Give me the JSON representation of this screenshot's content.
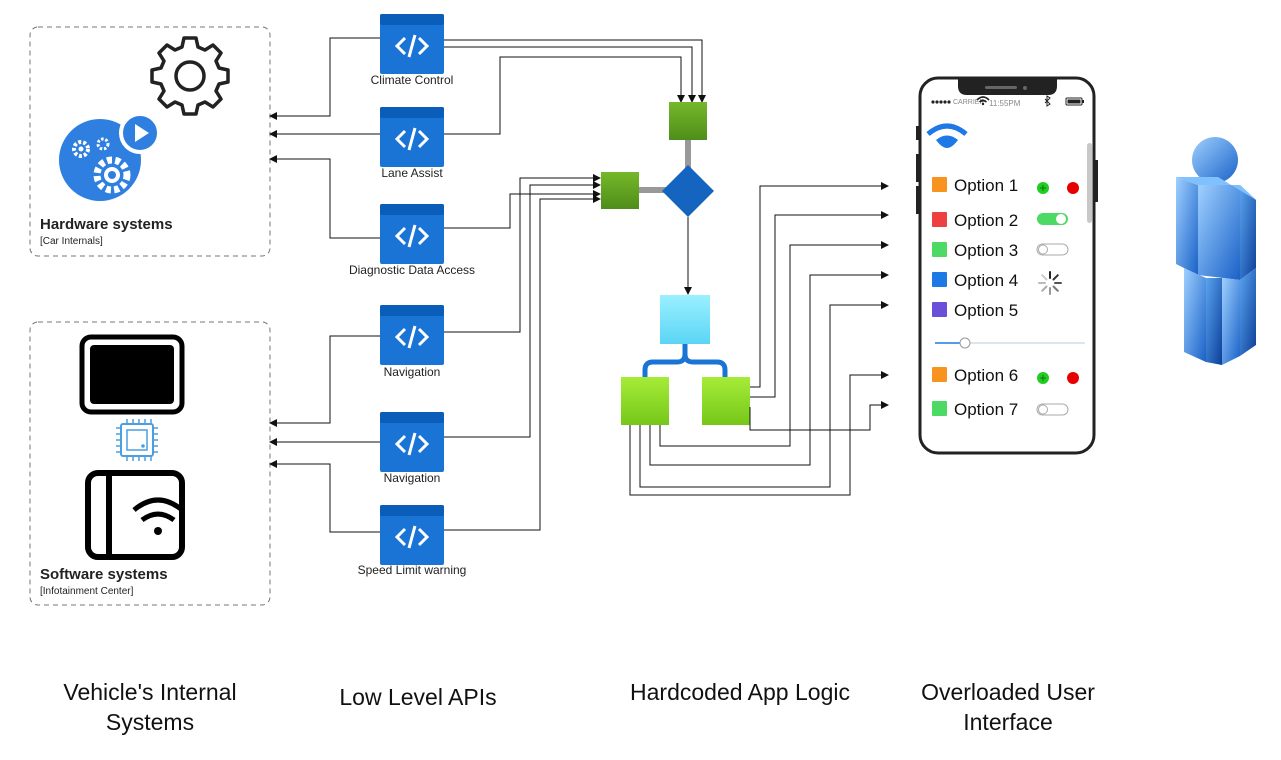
{
  "groups": {
    "hardware": {
      "title": "Hardware systems",
      "subtitle": "[Car Internals]"
    },
    "software": {
      "title": "Software systems",
      "subtitle": "[Infotainment Center]"
    }
  },
  "apis": [
    {
      "label": "Climate Control"
    },
    {
      "label": "Lane Assist"
    },
    {
      "label": "Diagnostic Data Access"
    },
    {
      "label": "Navigation"
    },
    {
      "label": "Navigation"
    },
    {
      "label": "Speed Limit warning"
    }
  ],
  "phone": {
    "status_time": "11:55PM",
    "carrier": "CARRIER",
    "options": [
      {
        "label": "Option 1",
        "color": "#f7931e",
        "control": "buttons"
      },
      {
        "label": "Option 2",
        "color": "#ef4040",
        "control": "toggle-on"
      },
      {
        "label": "Option 3",
        "color": "#4cd964",
        "control": "toggle-off"
      },
      {
        "label": "Option 4",
        "color": "#1e78e6",
        "control": "spinner"
      },
      {
        "label": "Option 5",
        "color": "#6b4fd8",
        "control": "none"
      },
      {
        "label": "Option 6",
        "color": "#f7931e",
        "control": "buttons"
      },
      {
        "label": "Option 7",
        "color": "#4cd964",
        "control": "toggle-off"
      }
    ],
    "slider_value": 0.2
  },
  "captions": {
    "vehicle": "Vehicle's Internal Systems",
    "apis": "Low Level APIs",
    "logic": "Hardcoded App Logic",
    "ui": "Overloaded User Interface"
  },
  "colors": {
    "api_blue": "#1a74d6",
    "api_header": "#0a5db8",
    "green_dark": "#5a9e1e",
    "green_light": "#8fdc2a",
    "cyan": "#7be3ff",
    "decision_blue": "#1565c0"
  }
}
